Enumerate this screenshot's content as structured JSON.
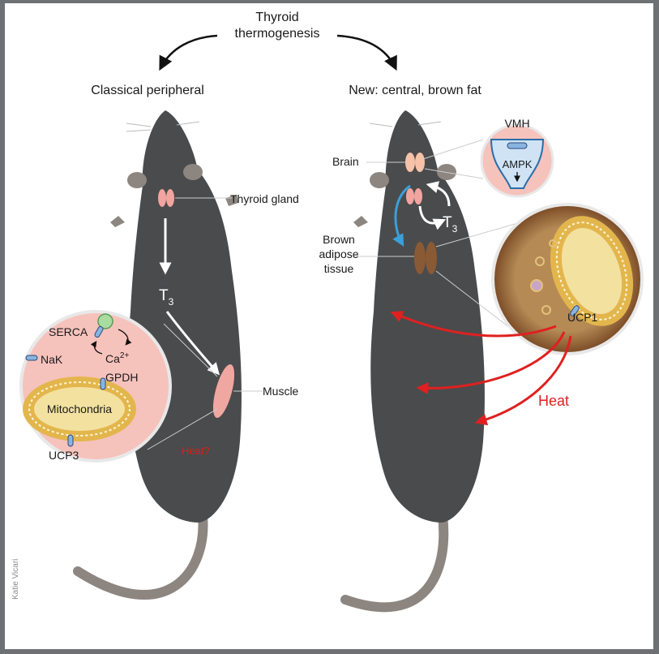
{
  "title": {
    "line1": "Thyroid",
    "line2": "thermogenesis"
  },
  "left": {
    "heading": "Classical peripheral",
    "thyroid_gland": "Thyroid gland",
    "t3": "T",
    "t3_sub": "3",
    "muscle": "Muscle",
    "heat": "Heat?",
    "inset": {
      "serca": "SERCA",
      "ca": "Ca",
      "ca_sup": "2+",
      "nak": "NaK",
      "gpdh": "GPDH",
      "mitochondria": "Mitochondria",
      "ucp3": "UCP3"
    }
  },
  "right": {
    "heading": "New: central, brown fat",
    "brain": "Brain",
    "t3": "T",
    "t3_sub": "3",
    "bat_line1": "Brown",
    "bat_line2": "adipose",
    "bat_line3": "tissue",
    "vmh": "VMH",
    "ampk": "AMPK",
    "ucp1": "UCP1",
    "heat": "Heat"
  },
  "credit": "Katie Vicari",
  "colors": {
    "mouse": "#4a4b4d",
    "mouse_dark": "#3b3c3e",
    "tail": "#8d8680",
    "heat_red": "#e02020",
    "inset_pink": "#f6c2bc",
    "mito_gold": "#e3b64d",
    "bat_brown": "#8a5a34",
    "t3_arrow_white": "#ffffff",
    "brain_arrow_blue": "#3aa0d8"
  }
}
